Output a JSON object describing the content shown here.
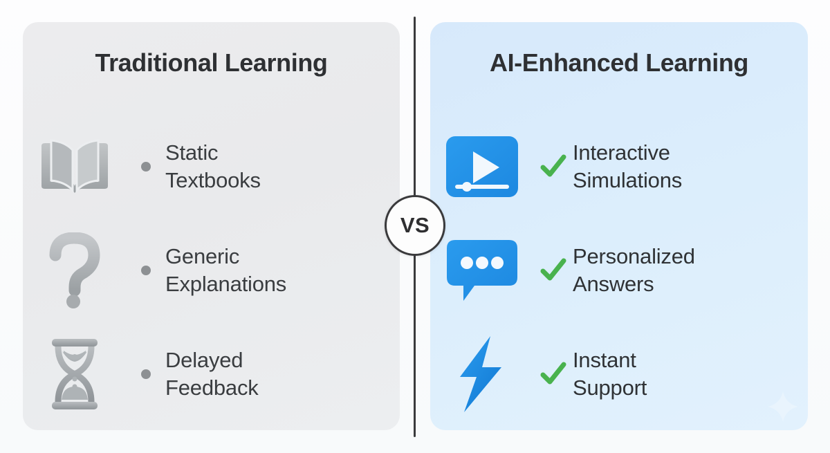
{
  "center": {
    "vs_label": "VS",
    "divider": "vertical-divider"
  },
  "colors": {
    "page_background": "#fbfcfd",
    "left_panel_background": "#ececee",
    "right_panel_background": "#dceefc",
    "accent_blue": "#2196f3",
    "check_green": "#4caf50",
    "muted_gray": "#9aa0a4",
    "title_text": "#2e3033",
    "body_text": "#35383b",
    "divider_dark": "#3a3a3c"
  },
  "left_panel": {
    "title": "Traditional Learning",
    "marker": "bullet-dot",
    "items": [
      {
        "icon": "open-book-icon",
        "label": "Static Textbooks",
        "line1": "Static",
        "line2": "Textbooks"
      },
      {
        "icon": "question-mark-icon",
        "label": "Generic Explanations",
        "line1": "Generic",
        "line2": "Explanations"
      },
      {
        "icon": "hourglass-icon",
        "label": "Delayed Feedback",
        "line1": "Delayed",
        "line2": "Feedback"
      }
    ]
  },
  "right_panel": {
    "title": "AI-Enhanced Learning",
    "marker": "check-icon",
    "watermark": "sparkle-icon",
    "items": [
      {
        "icon": "video-play-icon",
        "label": "Interactive Simulations",
        "line1": "Interactive",
        "line2": "Simulations"
      },
      {
        "icon": "chat-bubble-icon",
        "label": "Personalized Answers",
        "line1": "Personalized",
        "line2": "Answers"
      },
      {
        "icon": "lightning-bolt-icon",
        "label": "Instant Support",
        "line1": "Instant",
        "line2": "Support"
      }
    ]
  }
}
